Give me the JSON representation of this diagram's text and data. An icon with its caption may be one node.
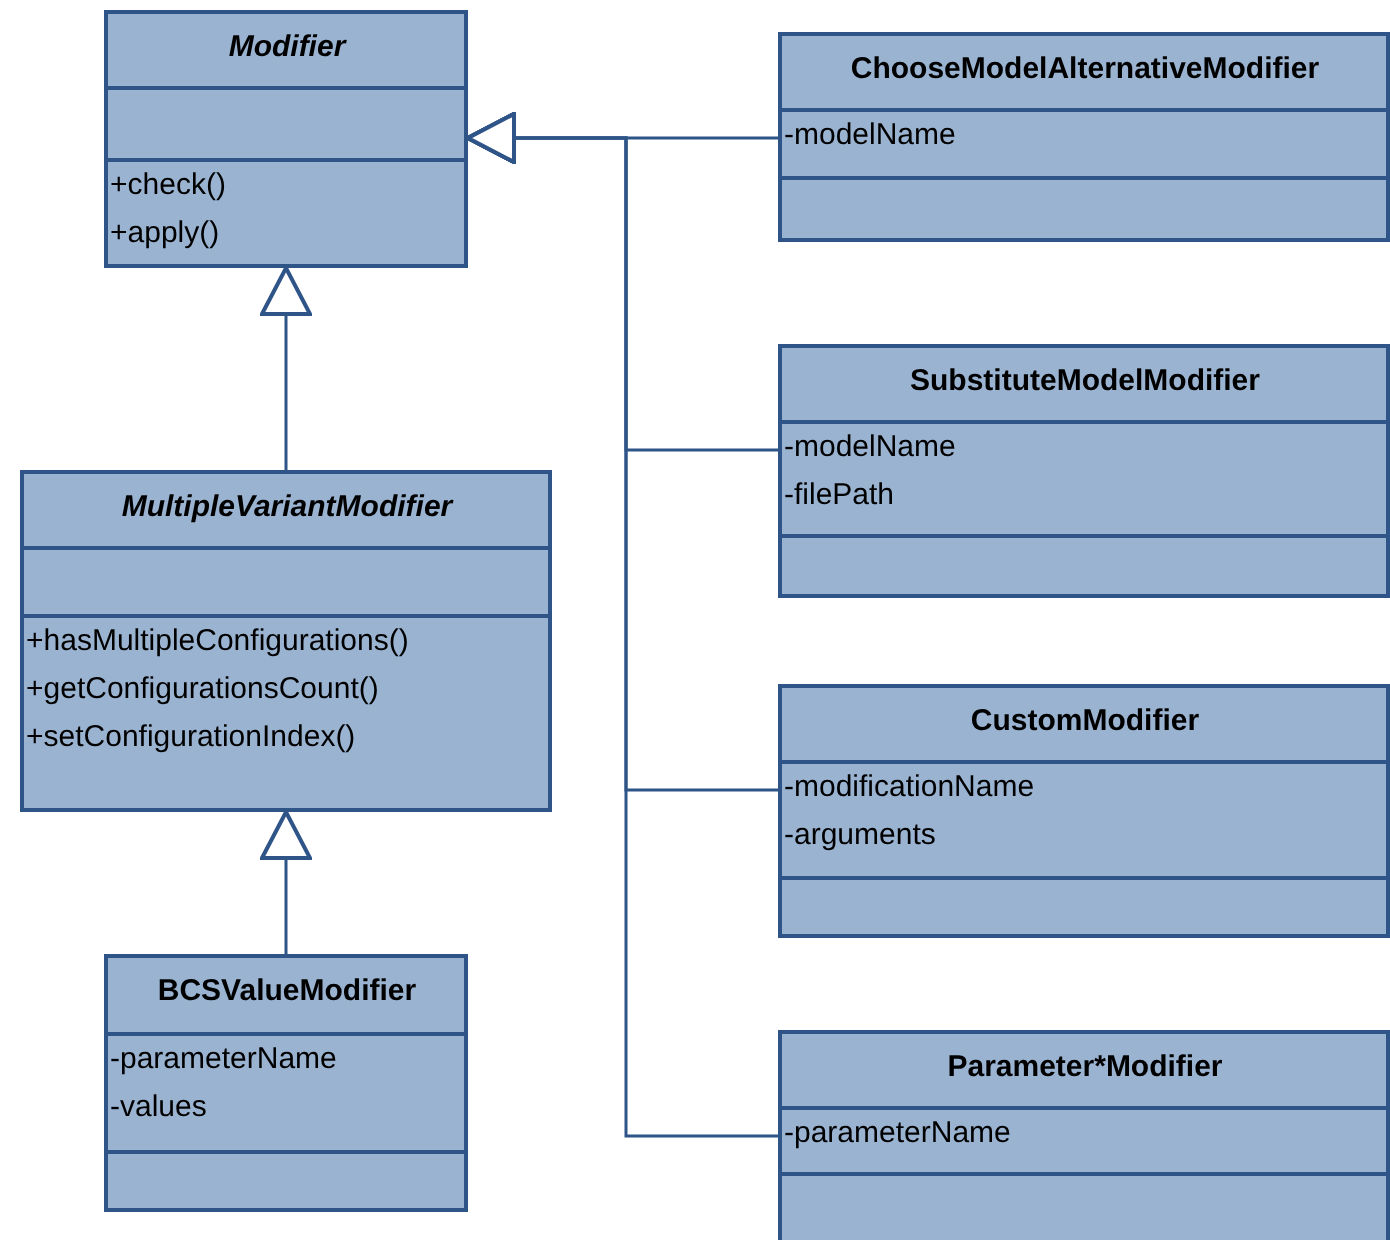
{
  "diagram": {
    "nodes": [
      {
        "text": [
          "Modifier"
        ]
      },
      {
        "text": [],
        "shape": "box",
        "in": 0
      },
      {
        "text": [
          "+check()",
          "+apply()"
        ],
        "in": 0
      },
      {
        "text": [
          "MultipleVariantModifier"
        ]
      },
      {
        "text": [],
        "shape": "box",
        "in": 3
      },
      {
        "text": [
          "+hasMultipleConfigurations()",
          "+getConfigurationsCount()",
          "+setConfigurationIndex()"
        ],
        "in": 3
      },
      {
        "text": [
          "BCSValueModifier"
        ]
      },
      {
        "text": [
          "-parameterName",
          "-values"
        ],
        "in": 6
      },
      {
        "text": [],
        "shape": "box",
        "in": 6
      },
      {
        "text": [
          "ChooseModelAlternativeModifier"
        ]
      },
      {
        "text": [
          "-modelName"
        ],
        "in": 9
      },
      {
        "text": [],
        "shape": "box",
        "in": 9
      },
      {
        "text": [
          "SubstituteModelModifier"
        ]
      },
      {
        "text": [
          "-modelName",
          "-filePath"
        ],
        "in": 12
      },
      {
        "text": [],
        "shape": "box",
        "in": 12
      },
      {
        "text": [
          "CustomModifier"
        ]
      },
      {
        "text": [
          "-modificationName",
          "-arguments"
        ],
        "in": 15
      },
      {
        "text": [],
        "shape": "box",
        "in": 15
      },
      {
        "text": [
          "Parameter*Modifier"
        ]
      },
      {
        "text": [
          "-parameterName"
        ],
        "in": 18
      },
      {
        "text": [],
        "shape": "box",
        "in": 18
      }
    ],
    "edges": [
      {
        "from": 3,
        "to": 0,
        "arrow": "to"
      },
      {
        "from": 6,
        "to": 3,
        "arrow": "to"
      },
      {
        "from": 9,
        "to": 0,
        "arrow": "to"
      },
      {
        "from": 12,
        "to": 0,
        "arrow": "to"
      },
      {
        "from": 15,
        "to": 0,
        "arrow": "to"
      },
      {
        "from": 18,
        "to": 0,
        "arrow": "to"
      }
    ]
  }
}
